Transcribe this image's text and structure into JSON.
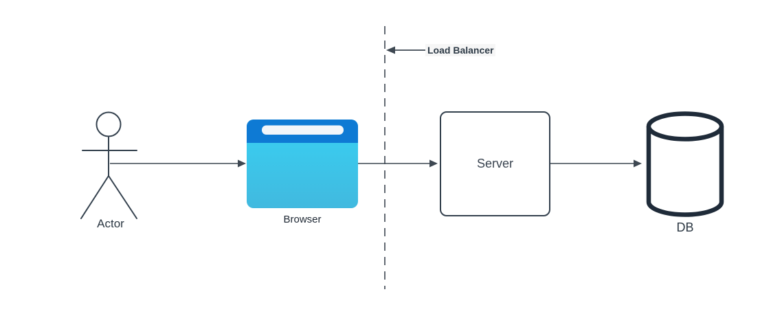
{
  "diagram": {
    "type": "architecture-flow",
    "nodes": [
      {
        "id": "actor",
        "shape": "stick-figure",
        "label": "Actor"
      },
      {
        "id": "browser",
        "shape": "browser-window",
        "label": "Browser"
      },
      {
        "id": "server",
        "shape": "rounded-rectangle",
        "label": "Server"
      },
      {
        "id": "db",
        "shape": "cylinder",
        "label": "DB"
      }
    ],
    "edges": [
      {
        "from": "actor",
        "to": "browser",
        "style": "solid-arrow"
      },
      {
        "from": "browser",
        "to": "server",
        "style": "solid-arrow"
      },
      {
        "from": "server",
        "to": "db",
        "style": "solid-arrow"
      }
    ],
    "annotations": [
      {
        "id": "load-balancer",
        "label": "Load Balancer",
        "style": "dashed-vertical-boundary-with-callout-arrow"
      }
    ],
    "colors": {
      "background": "#ffffff",
      "edge_stroke": "#3e4852",
      "shape_stroke": "#33404d",
      "db_stroke": "#1f2b39",
      "browser_titlebar": "#0e7ad4",
      "browser_body_top": "#38d1f3",
      "browser_body_bottom": "#41b9df",
      "browser_address_bar": "#f2f6fa",
      "label_text": "#2b3742"
    }
  }
}
